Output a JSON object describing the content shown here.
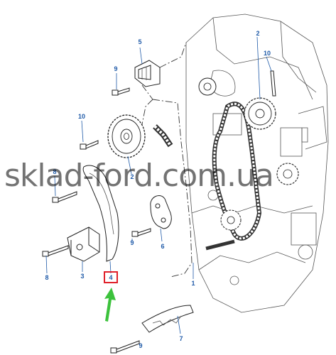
{
  "diagram": {
    "callouts": {
      "c1": "1",
      "c2a": "2",
      "c2b": "2",
      "c3": "3",
      "c4": "4",
      "c5": "5",
      "c6": "6",
      "c7": "7",
      "c8a": "8",
      "c8b": "8",
      "c9a": "9",
      "c9b": "9",
      "c9c": "9",
      "c10a": "10",
      "c10b": "10"
    },
    "highlighted_callout": "4",
    "watermark": "sklad-ford.com.ua",
    "colors": {
      "callout_text": "#1f5aa8",
      "highlight_box": "#e0202a",
      "pointer_arrow": "#3cc23c"
    }
  }
}
